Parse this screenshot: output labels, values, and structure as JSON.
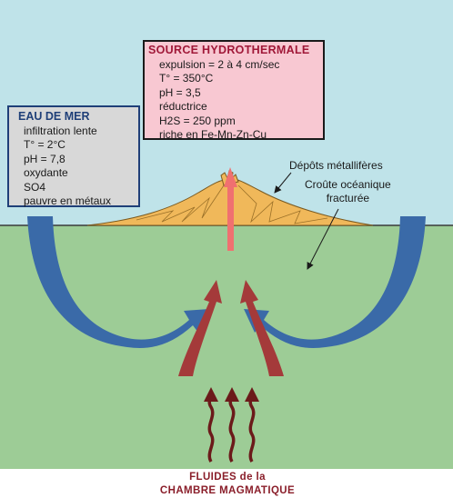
{
  "colors": {
    "sky": "#bfe3e9",
    "ocean_crust": "#9dcc96",
    "deposit": "#f0b85a",
    "seawater_arrow": "#3a6aa8",
    "hot_arrow": "#a43a3a",
    "vent": "#f07070",
    "fluid_wave": "#6b1a1a"
  },
  "seawater": {
    "title": "EAU DE MER",
    "lines": [
      "infiltration lente",
      "T° = 2°C",
      "pH = 7,8",
      "oxydante",
      "SO4",
      "pauvre en métaux"
    ]
  },
  "source": {
    "title": "SOURCE HYDROTHERMALE",
    "lines": [
      "expulsion = 2 à 4 cm/sec",
      "T° = 350°C",
      "pH = 3,5",
      "réductrice",
      "H2S = 250 ppm",
      "riche en Fe-Mn-Zn-Cu"
    ]
  },
  "labels": {
    "deposits": "Dépôts métallifères",
    "crust_line1": "Croûte océanique",
    "crust_line2": "fracturée",
    "fluids_line1": "FLUIDES de la",
    "fluids_line2": "CHAMBRE MAGMATIQUE"
  }
}
